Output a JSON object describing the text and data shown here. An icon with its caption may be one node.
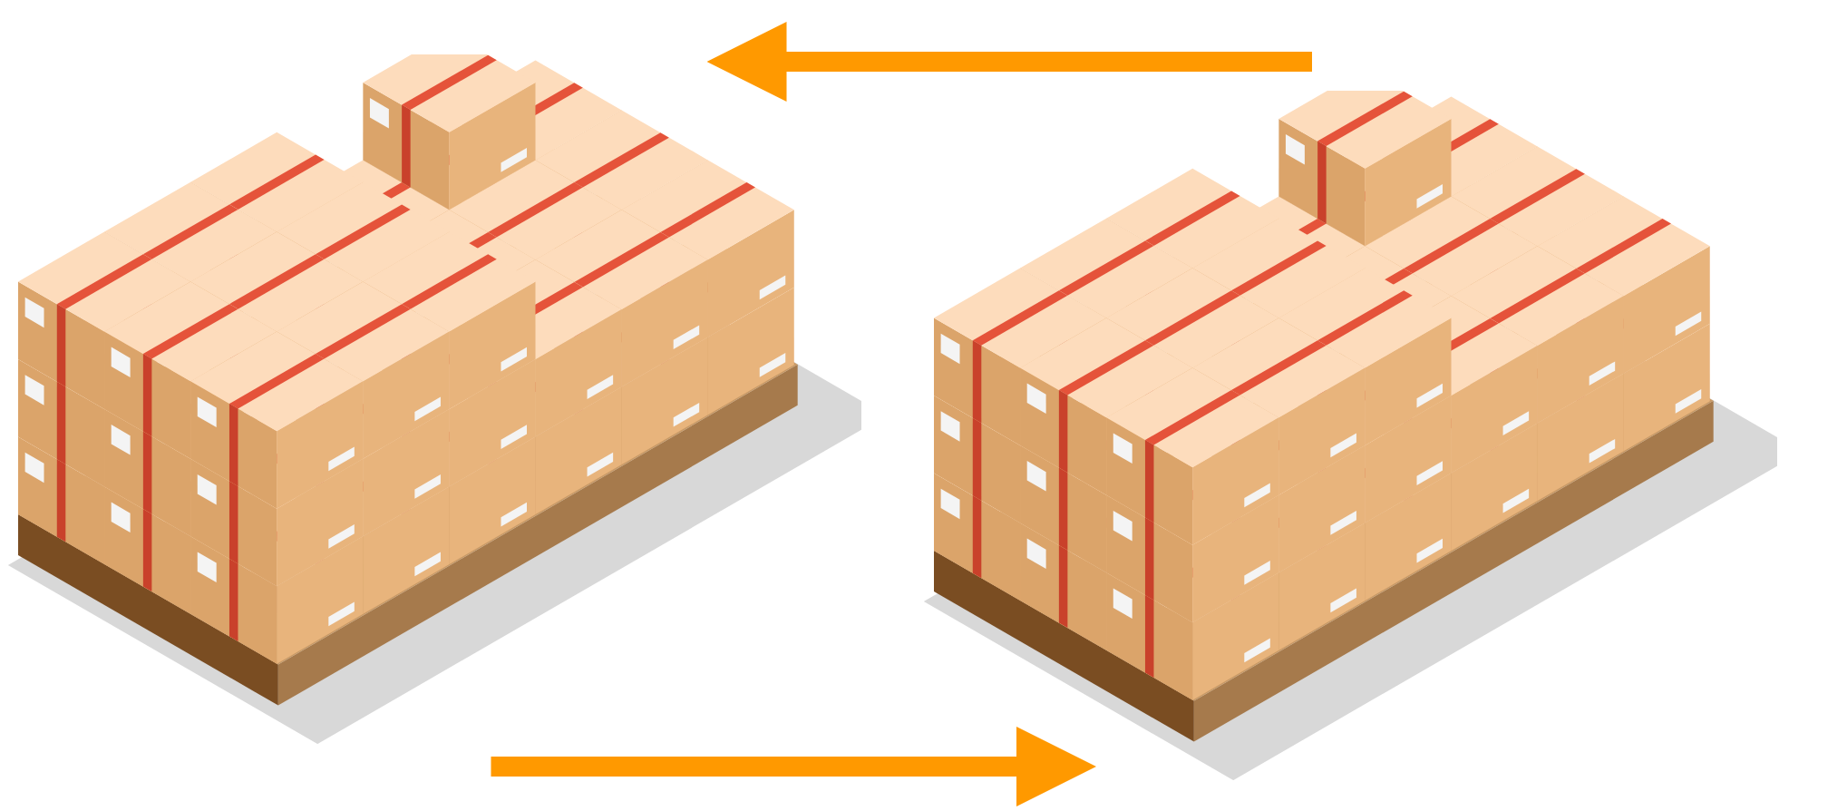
{
  "diagram": {
    "nodes": [
      {
        "text": [],
        "shape": "picture"
      },
      {
        "text": [],
        "shape": "picture"
      }
    ],
    "edges": [
      {
        "from": 1,
        "to": 0,
        "arrow": "to"
      },
      {
        "from": 0,
        "to": 1,
        "arrow": "to"
      }
    ]
  }
}
